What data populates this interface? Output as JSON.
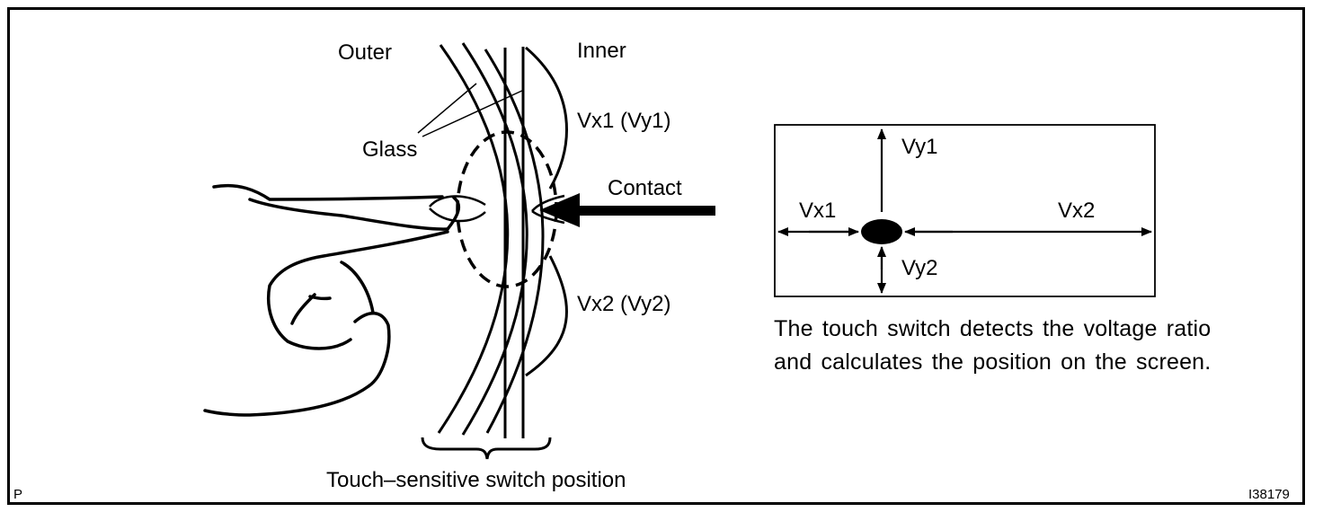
{
  "labels": {
    "outer": "Outer",
    "inner": "Inner",
    "glass": "Glass",
    "vx1_vy1": "Vx1 (Vy1)",
    "vx2_vy2": "Vx2 (Vy2)",
    "contact": "Contact",
    "switch_position": "Touch–sensitive switch position"
  },
  "screen": {
    "vy1": "Vy1",
    "vy2": "Vy2",
    "vx1": "Vx1",
    "vx2": "Vx2"
  },
  "caption": {
    "line1": "The touch switch detects the voltage ratio",
    "line2": "and calculates the position on the screen."
  },
  "corner": {
    "left": "P",
    "right": "I38179"
  }
}
